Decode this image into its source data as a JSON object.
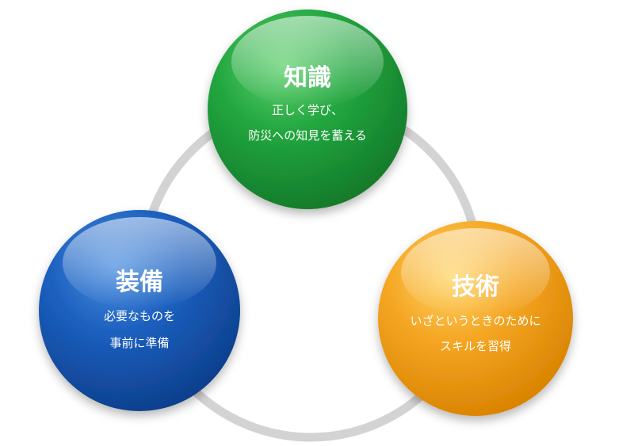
{
  "nodes": [
    {
      "id": "knowledge",
      "title": "知識",
      "lines": [
        "正しく学び、",
        "防災への知見を蓄える"
      ],
      "color": "#1e9a3c"
    },
    {
      "id": "equipment",
      "title": "装備",
      "lines": [
        "必要なものを",
        "事前に準備"
      ],
      "color": "#1557b0"
    },
    {
      "id": "skill",
      "title": "技術",
      "lines": [
        "いざというときのために",
        "スキルを習得"
      ],
      "color": "#f0a020"
    }
  ],
  "ring_color": "#d3d3d3"
}
